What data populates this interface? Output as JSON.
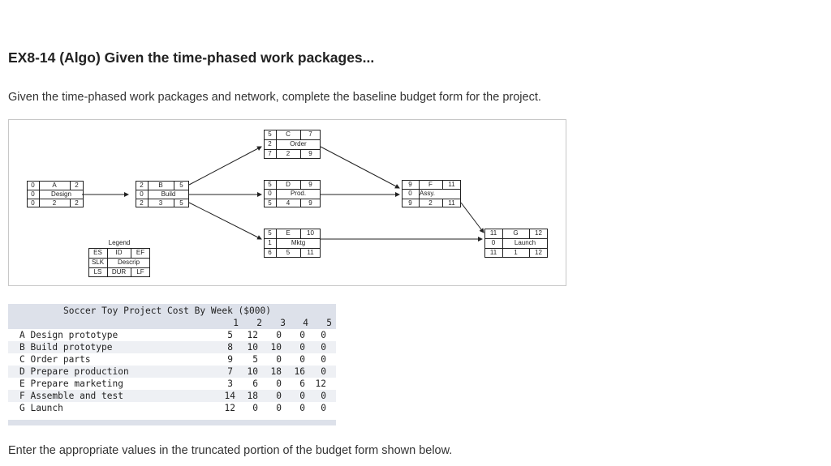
{
  "title": "EX8-14 (Algo) Given the time-phased work packages...",
  "intro": "Given the time-phased work packages and network, complete the baseline budget form for the project.",
  "outro": "Enter the appropriate values in the truncated portion of the budget form shown below.",
  "network": {
    "nodes": [
      {
        "id": "A",
        "es": "0",
        "ef": "2",
        "slk": "0",
        "desc": "Design",
        "ls": "0",
        "dur": "2",
        "lf": "2"
      },
      {
        "id": "B",
        "es": "2",
        "ef": "5",
        "slk": "0",
        "desc": "Build",
        "ls": "2",
        "dur": "3",
        "lf": "5"
      },
      {
        "id": "C",
        "es": "5",
        "ef": "7",
        "slk": "2",
        "desc": "Order",
        "ls": "7",
        "dur": "2",
        "lf": "9"
      },
      {
        "id": "D",
        "es": "5",
        "ef": "9",
        "slk": "0",
        "desc": "Prod.",
        "ls": "5",
        "dur": "4",
        "lf": "9"
      },
      {
        "id": "E",
        "es": "5",
        "ef": "10",
        "slk": "1",
        "desc": "Mktg",
        "ls": "6",
        "dur": "5",
        "lf": "11"
      },
      {
        "id": "F",
        "es": "9",
        "ef": "11",
        "slk": "0",
        "desc": "Assy.",
        "ls": "9",
        "dur": "2",
        "lf": "11"
      },
      {
        "id": "G",
        "es": "11",
        "ef": "12",
        "slk": "0",
        "desc": "Launch",
        "ls": "11",
        "dur": "1",
        "lf": "12"
      }
    ],
    "legend": {
      "title": "Legend",
      "es": "ES",
      "id": "ID",
      "ef": "EF",
      "slk": "SLK",
      "desc": "Descrip",
      "ls": "LS",
      "dur": "DUR",
      "lf": "LF"
    }
  },
  "cost_table": {
    "title": "Soccer Toy Project Cost By Week ($000)",
    "weeks": [
      "1",
      "2",
      "3",
      "4",
      "5"
    ],
    "rows": [
      {
        "label": "A Design prototype",
        "values": [
          "5",
          "12",
          "0",
          "0",
          "0"
        ]
      },
      {
        "label": "B Build prototype",
        "values": [
          "8",
          "10",
          "10",
          "0",
          "0"
        ]
      },
      {
        "label": "C Order parts",
        "values": [
          "9",
          "5",
          "0",
          "0",
          "0"
        ]
      },
      {
        "label": "D Prepare production",
        "values": [
          "7",
          "10",
          "18",
          "16",
          "0"
        ]
      },
      {
        "label": "E Prepare marketing",
        "values": [
          "3",
          "6",
          "0",
          "6",
          "12"
        ]
      },
      {
        "label": "F Assemble and test",
        "values": [
          "14",
          "18",
          "0",
          "0",
          "0"
        ]
      },
      {
        "label": "G Launch",
        "values": [
          "12",
          "0",
          "0",
          "0",
          "0"
        ]
      }
    ]
  }
}
